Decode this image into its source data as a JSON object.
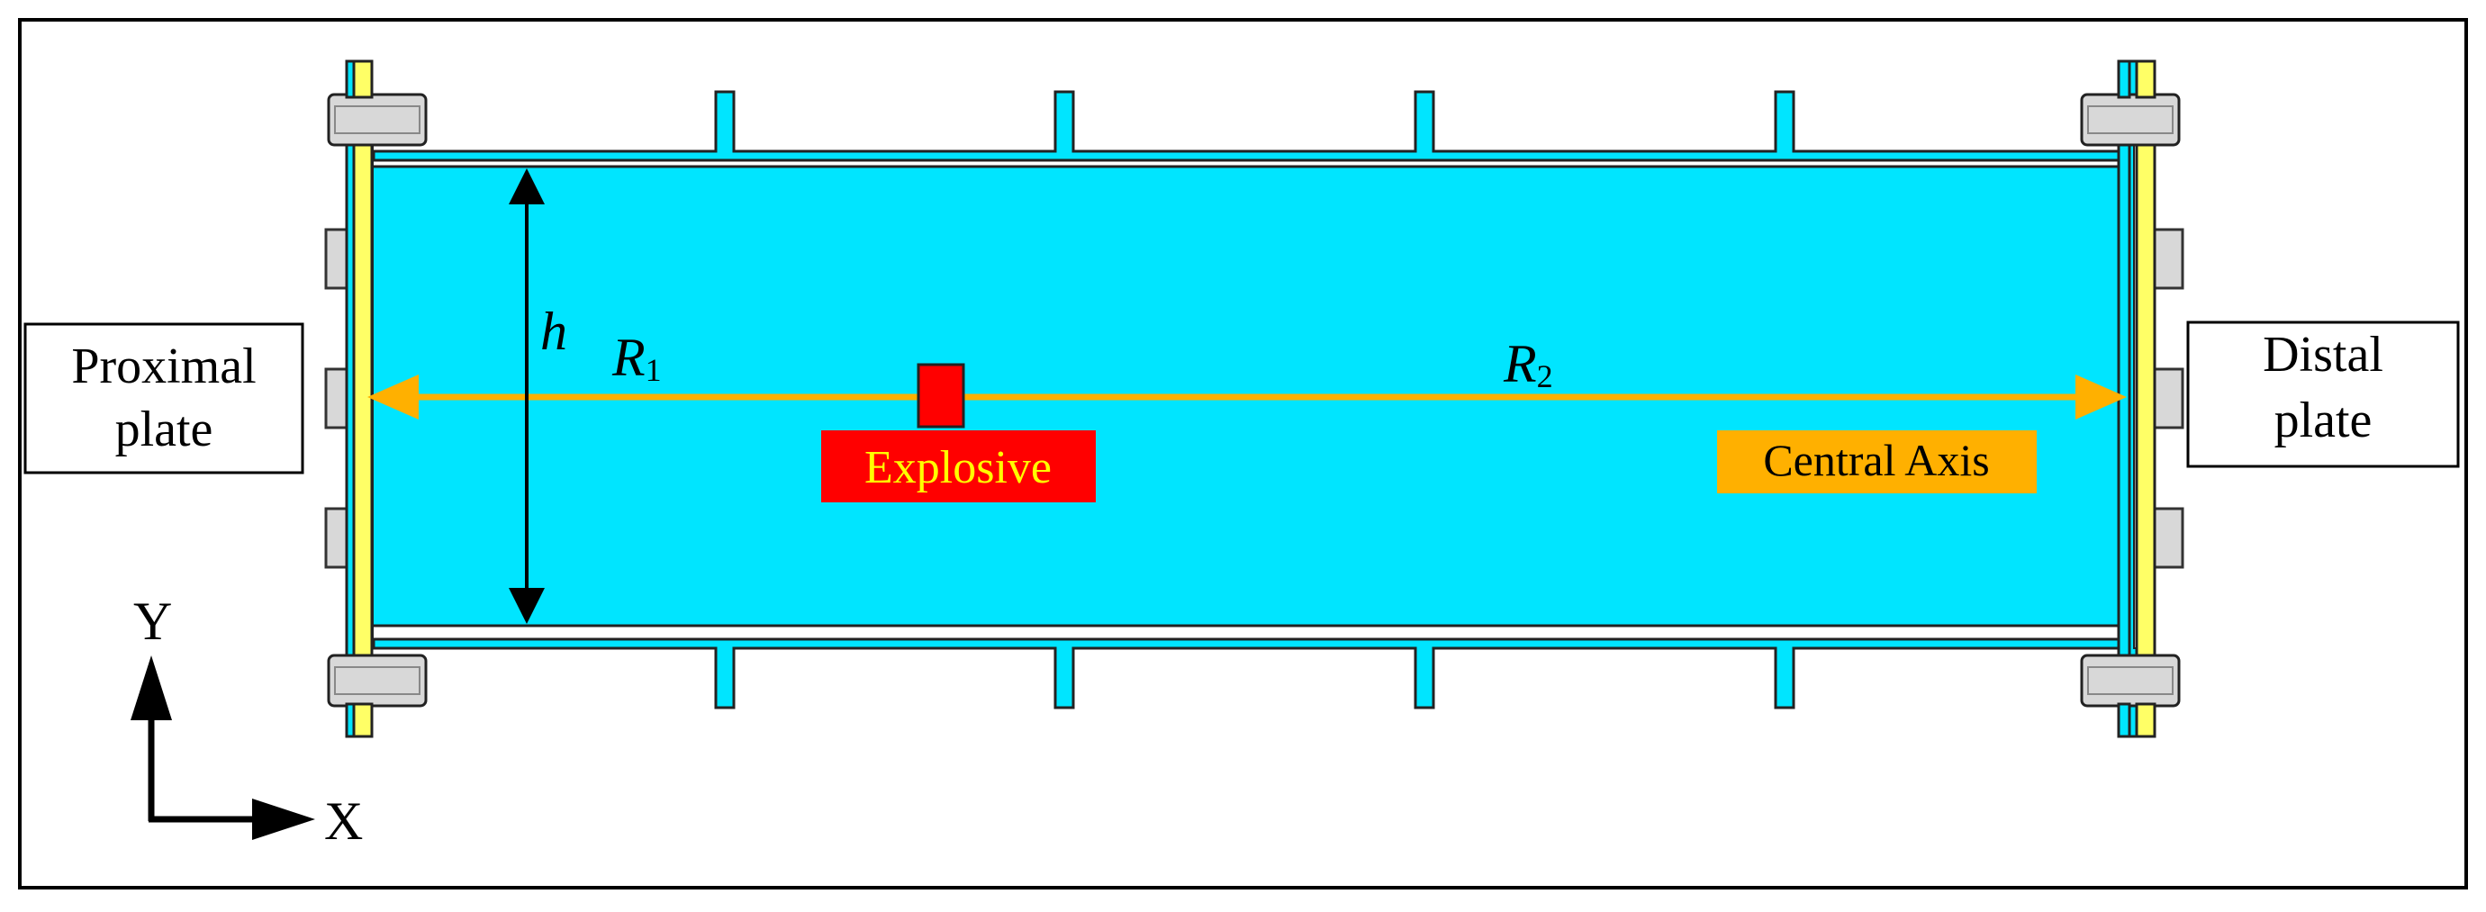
{
  "labels": {
    "proximal_line1": "Proximal",
    "proximal_line2": "plate",
    "distal_line1": "Distal",
    "distal_line2": "plate",
    "h": "h",
    "r1_letter": "R",
    "r1_sub": "1",
    "r2_letter": "R",
    "r2_sub": "2",
    "explosive": "Explosive",
    "central_axis": "Central Axis",
    "axis_y": "Y",
    "axis_x": "X"
  },
  "colors": {
    "chamber": "#00E5FF",
    "plate": "#FFFF66",
    "bolt": "#D8D8D8",
    "axis_arrow": "#FFB000",
    "explosive_fill": "#FF0000",
    "explosive_text": "#FFFF00",
    "central_axis_bg": "#FFB000"
  }
}
